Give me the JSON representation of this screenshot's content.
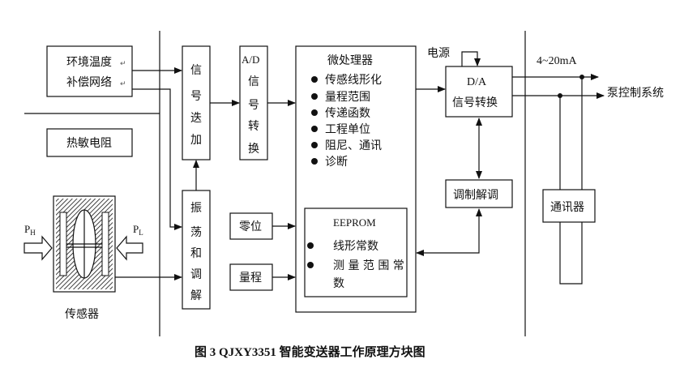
{
  "caption": "图 3    QJXY3351 智能变送器工作原理方块图",
  "compensation_box": {
    "line1": "环境温度",
    "line2": "补偿网络"
  },
  "thermistor_box": "热敏电阻",
  "sensor": {
    "label": "传感器",
    "p_high": "P",
    "p_high_sub": "H",
    "p_low": "P",
    "p_low_sub": "L"
  },
  "signal_add_box": [
    "信",
    "号",
    "迭",
    "加"
  ],
  "ad_box": [
    "A/D",
    "信",
    "号",
    "转",
    "换"
  ],
  "oscillator_box": [
    "振",
    "荡",
    "和",
    "调",
    "解"
  ],
  "zero_box": "零位",
  "range_box": "量程",
  "micro_box": {
    "title": "微处理器",
    "items": [
      "传感线形化",
      "量程范围",
      "传递函数",
      "工程单位",
      "阻尼、通讯",
      "诊断"
    ]
  },
  "eeprom_box": {
    "title": "EEPROM",
    "items": [
      "线形常数",
      "测 量 范 围 常",
      "数"
    ]
  },
  "da_box": {
    "line1": "D/A",
    "line2": "信号转换"
  },
  "power_label": "电源",
  "current_label": "4~20mA",
  "pump_label": "泵控制系统",
  "modem_box": "调制解调",
  "comm_box": "通讯器",
  "enter_mark": "↵"
}
